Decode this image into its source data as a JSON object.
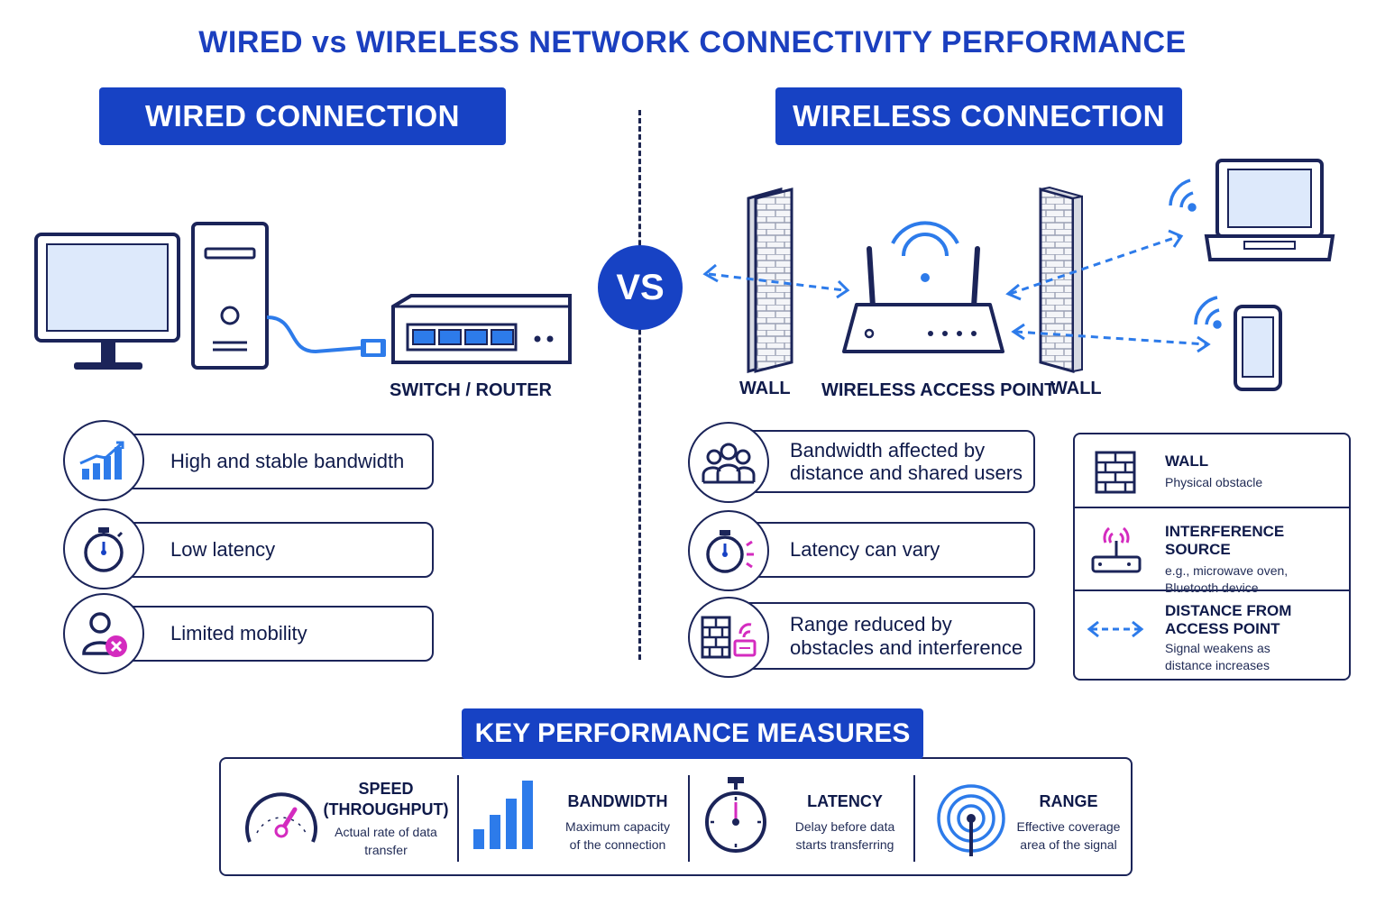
{
  "title": "WIRED vs WIRELESS NETWORK CONNECTIVITY PERFORMANCE",
  "vs": "VS",
  "wired": {
    "banner": "WIRED CONNECTION",
    "switch_label": "SWITCH / ROUTER",
    "features": [
      {
        "text": "High and stable bandwidth",
        "icon": "bar-chart-trend-icon"
      },
      {
        "text": "Low latency",
        "icon": "stopwatch-icon"
      },
      {
        "text": "Limited mobility",
        "icon": "user-blocked-icon"
      }
    ]
  },
  "wireless": {
    "banner": "WIRELESS CONNECTION",
    "wall_left": "WALL",
    "wap_label": "WIRELESS ACCESS POINT",
    "wall_right": "WALL",
    "features": [
      {
        "line1": "Bandwidth affected by",
        "line2": "distance and shared users",
        "icon": "users-group-icon"
      },
      {
        "line1": "Latency can vary",
        "line2": "",
        "icon": "stopwatch-signal-icon"
      },
      {
        "line1": "Range reduced by",
        "line2": "obstacles and interference",
        "icon": "brick-interference-icon"
      }
    ]
  },
  "legend": [
    {
      "title": "WALL",
      "desc1": "Physical obstacle",
      "desc2": ""
    },
    {
      "title": "INTERFERENCE SOURCE",
      "desc1": "e.g., microwave oven,",
      "desc2": "Bluetooth device"
    },
    {
      "title1": "DISTANCE FROM",
      "title2": "ACCESS POINT",
      "desc1": "Signal weakens as",
      "desc2": "distance increases"
    }
  ],
  "kpm": {
    "banner": "KEY PERFORMANCE MEASURES",
    "items": [
      {
        "title1": "SPEED",
        "title2": "(THROUGHPUT)",
        "desc1": "Actual rate of data",
        "desc2": "transfer",
        "icon": "speedometer-icon"
      },
      {
        "title1": "BANDWIDTH",
        "title2": "",
        "desc1": "Maximum capacity",
        "desc2": "of the connection",
        "icon": "bar-chart-icon"
      },
      {
        "title1": "LATENCY",
        "title2": "",
        "desc1": "Delay before data",
        "desc2": "starts transferring",
        "icon": "stopwatch-icon"
      },
      {
        "title1": "RANGE",
        "title2": "",
        "desc1": "Effective coverage",
        "desc2": "area of the signal",
        "icon": "signal-range-icon"
      }
    ]
  },
  "colors": {
    "primary": "#1742c4",
    "navy": "#1b2459",
    "accent_blue": "#2d7bea",
    "magenta": "#d42bbf",
    "screen": "#dde9fb"
  }
}
